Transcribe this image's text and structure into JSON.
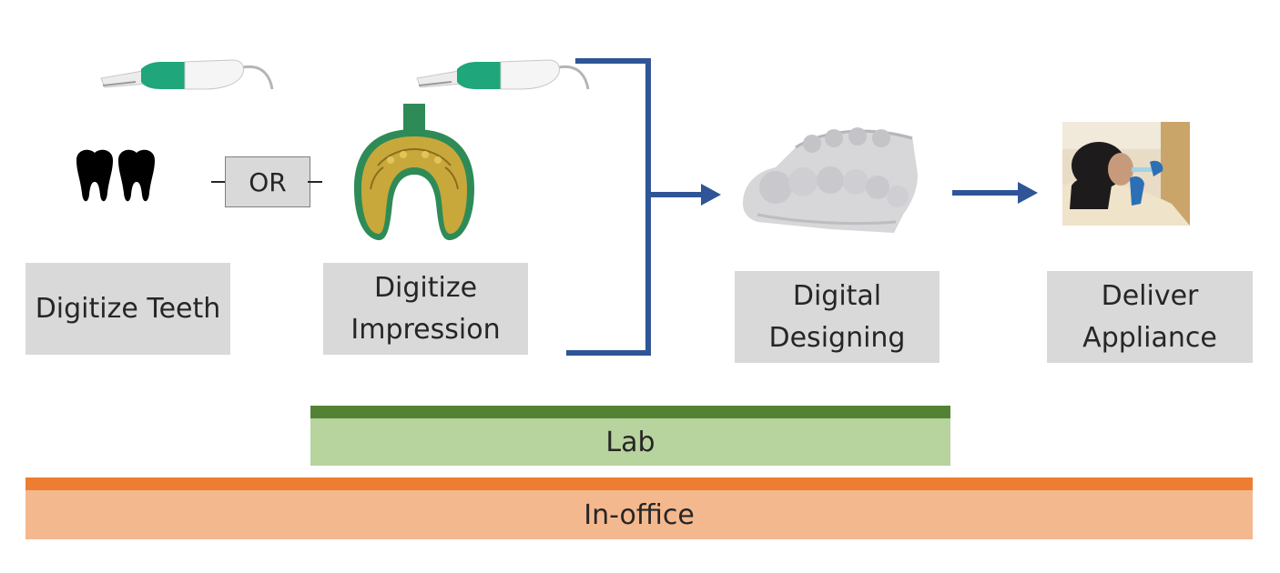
{
  "steps": {
    "digitize_teeth": "Digitize Teeth",
    "or": "OR",
    "digitize_impression_line1": "Digitize",
    "digitize_impression_line2": "Impression",
    "digital_designing_line1": "Digital",
    "digital_designing_line2": "Designing",
    "deliver_appliance_line1": "Deliver",
    "deliver_appliance_line2": "Appliance"
  },
  "bands": {
    "lab": "Lab",
    "in_office": "In-office"
  },
  "colors": {
    "arrow": "#2f5597",
    "lab_dark": "#548235",
    "lab_light": "#b7d39e",
    "office_dark": "#ed7d31",
    "office_light": "#f4b88f",
    "label_box": "#d9d9d9"
  },
  "icons": {
    "scanner_left": "intraoral-scanner-icon",
    "scanner_right": "intraoral-scanner-icon",
    "teeth": "molar-teeth-icon",
    "impression": "dental-impression-tray-image",
    "model": "3d-dental-model-image",
    "patient": "patient-photo-image"
  }
}
